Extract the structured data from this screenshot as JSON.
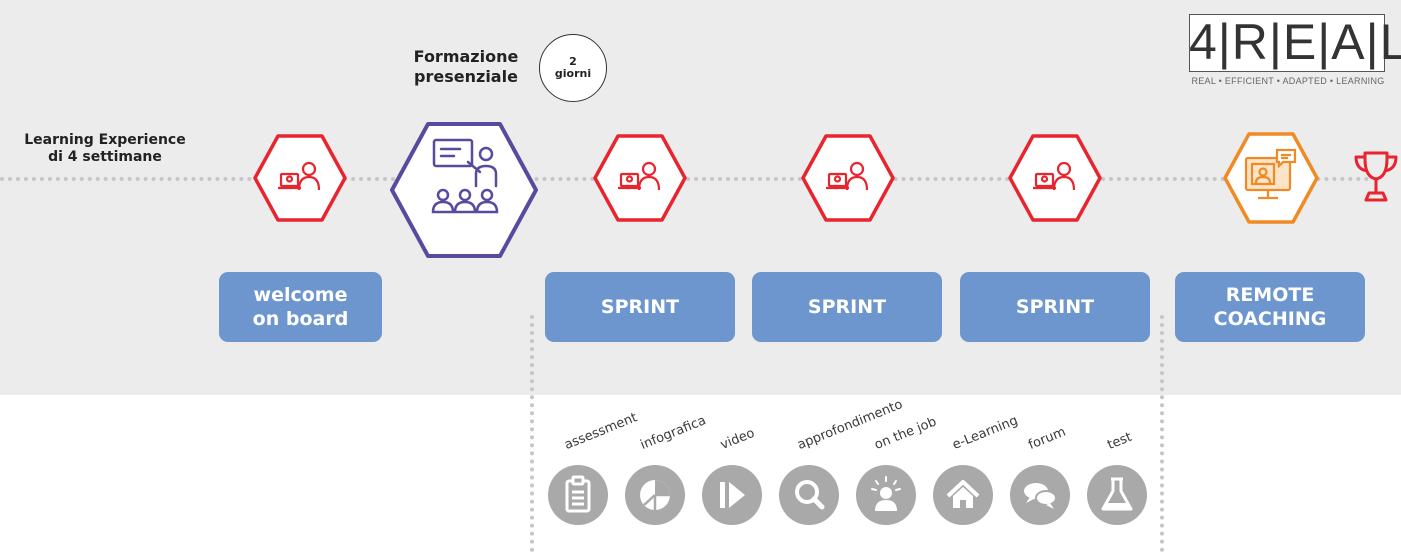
{
  "header": {
    "learning_experience": "Learning Experience\ndi 4 settimane",
    "formazione": "Formazione\npresenziale",
    "duration": {
      "value": "2",
      "unit": "giorni"
    }
  },
  "logo": {
    "name": "4|R|E|A|L",
    "tagline": "REAL • EFFICIENT • ADAPTED • LEARNING"
  },
  "steps": [
    {
      "label": "welcome\non board",
      "icon": "person-laptop-icon",
      "color": "#e8242f"
    },
    {
      "label": "",
      "icon": "classroom-teacher-icon",
      "color": "#5a4a9e"
    },
    {
      "label": "SPRINT",
      "icon": "person-laptop-icon",
      "color": "#e8242f"
    },
    {
      "label": "SPRINT",
      "icon": "person-laptop-icon",
      "color": "#e8242f"
    },
    {
      "label": "SPRINT",
      "icon": "person-laptop-icon",
      "color": "#e8242f"
    },
    {
      "label": "REMOTE\nCOACHING",
      "icon": "video-coaching-icon",
      "color": "#f08a24"
    }
  ],
  "goal": {
    "icon": "trophy-icon",
    "color": "#e8242f"
  },
  "sprint_tools": [
    {
      "label": "assessment",
      "icon": "clipboard-icon"
    },
    {
      "label": "infografica",
      "icon": "pie-chart-icon"
    },
    {
      "label": "video",
      "icon": "play-icon"
    },
    {
      "label": "approfondimento",
      "icon": "magnifier-icon"
    },
    {
      "label": "on the job",
      "icon": "worker-idea-icon"
    },
    {
      "label": "e-Learning",
      "icon": "home-icon"
    },
    {
      "label": "forum",
      "icon": "chat-bubbles-icon"
    },
    {
      "label": "test",
      "icon": "flask-icon"
    }
  ],
  "colors": {
    "button": "#6d96cf",
    "band": "#ececec",
    "red": "#e8242f",
    "purple": "#5a4a9e",
    "orange": "#f08a24",
    "tool_gray": "#a9a9a9"
  }
}
